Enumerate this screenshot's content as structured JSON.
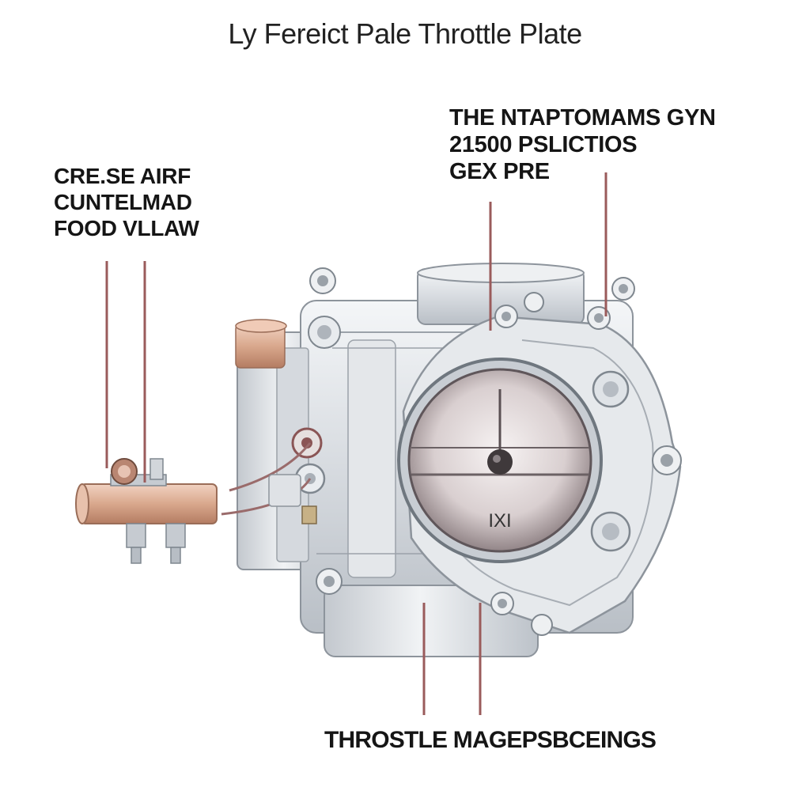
{
  "title": "Ly Fereict Pale Throttle Plate",
  "callouts": {
    "left": [
      "CRE.SE AIRF",
      "CUNTELMAD",
      "FOOD VLLAW"
    ],
    "right": [
      "THE NTAPTOMAMS GYN",
      "21500 PSLICTIOS",
      "GEX PRE"
    ],
    "bottom": "THROSTLE MAGEPSBCEINGS"
  },
  "plate_marking": "IXI",
  "colors": {
    "leader_line": "#9a5b5b",
    "metal_light": "#eceff2",
    "metal_mid": "#c9ced4",
    "metal_dark": "#8d949c",
    "copper": "#d9a88d"
  }
}
